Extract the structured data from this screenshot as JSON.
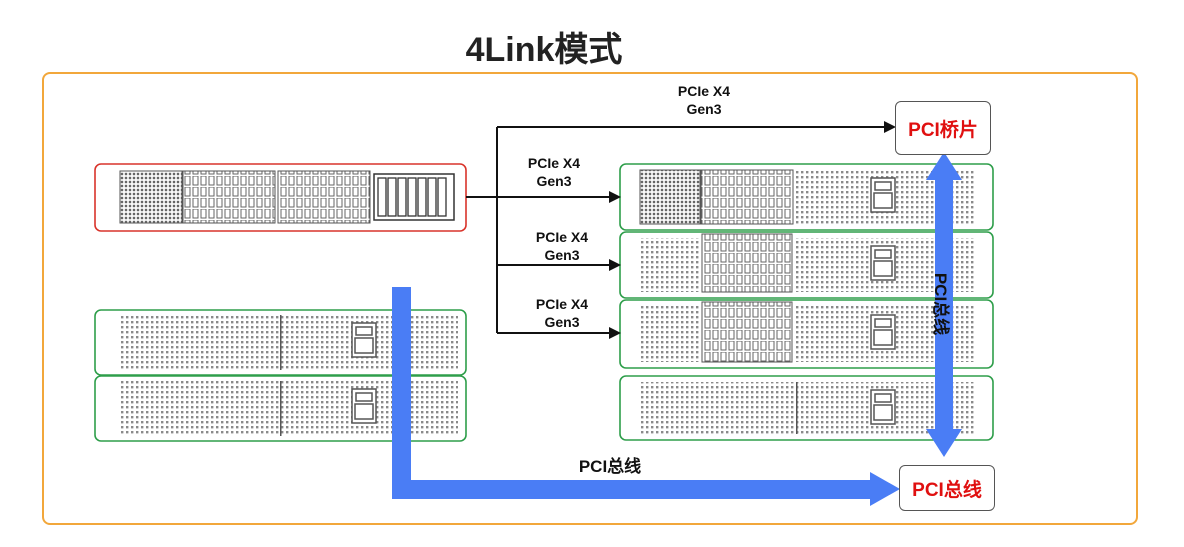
{
  "title": "4Link模式",
  "links": [
    {
      "line1": "PCIe X4",
      "line2": "Gen3"
    },
    {
      "line1": "PCIe X4",
      "line2": "Gen3"
    },
    {
      "line1": "PCIe X4",
      "line2": "Gen3"
    },
    {
      "line1": "PCIe X4",
      "line2": "Gen3"
    }
  ],
  "boxes": {
    "bridge": "PCI桥片",
    "bus_box": "PCI总线"
  },
  "bus_labels": {
    "horizontal": "PCI总线",
    "vertical": "PCI总线"
  },
  "colors": {
    "frame": "#f2a73b",
    "bus_arrow": "#4a7df5",
    "board_green": "#2e9e4a",
    "board_red": "#d9342b",
    "box_text": "#e01010"
  }
}
